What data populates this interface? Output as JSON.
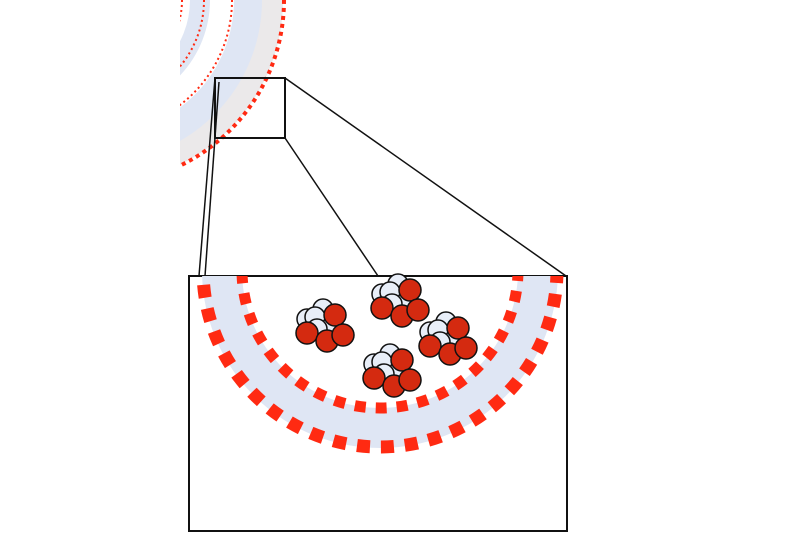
{
  "colors": {
    "dash_red": "#ff2a12",
    "band_blue": "#dfe6f4",
    "band_grey": "#ebe9ea",
    "oxygen": "#d42a10",
    "hydrogen": "#e8eef8",
    "outline": "#111111"
  },
  "clusters": [
    {
      "name": "cluster-left"
    },
    {
      "name": "cluster-top"
    },
    {
      "name": "cluster-right"
    },
    {
      "name": "cluster-bottom"
    }
  ]
}
